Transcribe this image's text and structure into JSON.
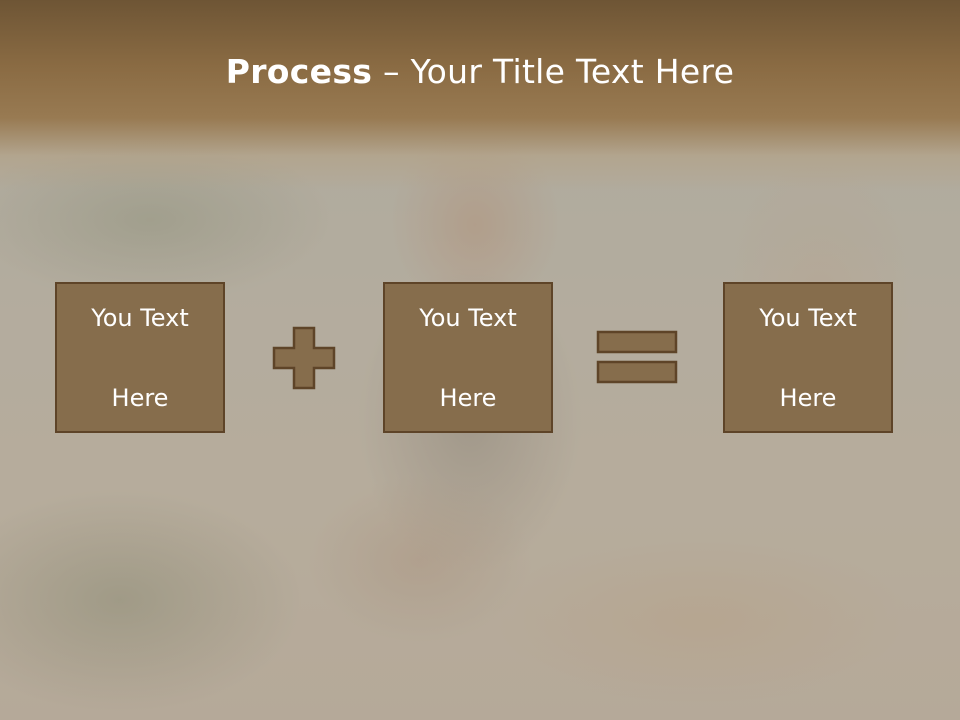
{
  "slide": {
    "title_bold": "Process",
    "title_rest": " – Your Title Text Here",
    "boxes": [
      {
        "line1": "You Text",
        "line2": "Here"
      },
      {
        "line1": "You Text",
        "line2": "Here"
      },
      {
        "line1": "You Text",
        "line2": "Here"
      }
    ],
    "operators": [
      "plus-icon",
      "equals-icon"
    ]
  },
  "colors": {
    "header": "#8a6b43",
    "box_fill": "#866d4c",
    "box_border": "#5e4428",
    "text": "#ffffff"
  }
}
